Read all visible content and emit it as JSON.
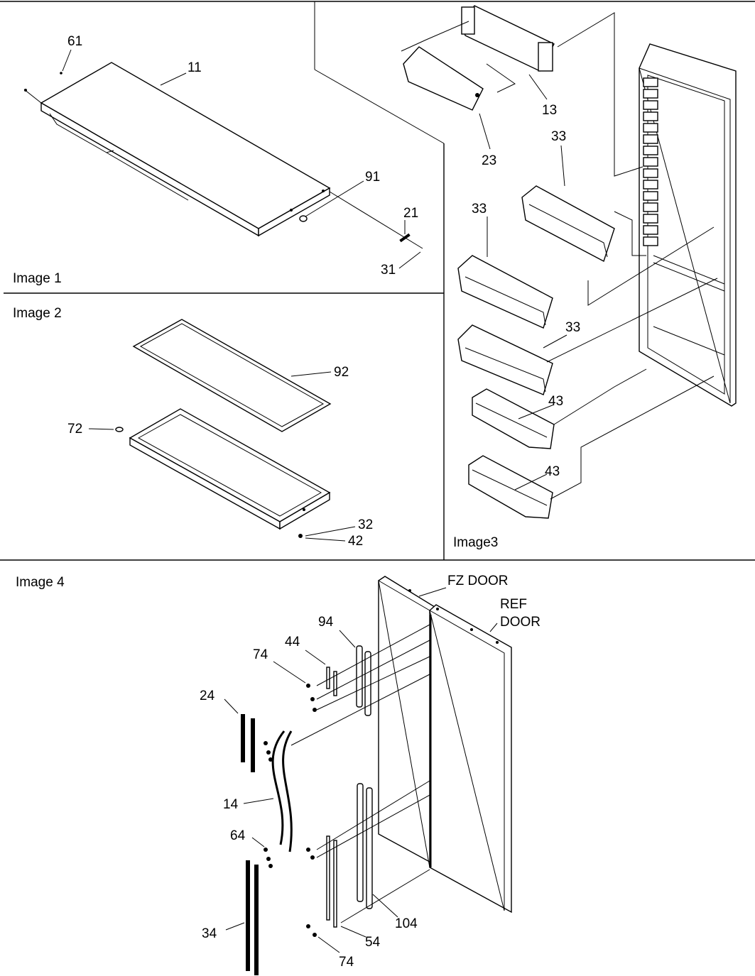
{
  "sections": {
    "image1": "Image 1",
    "image2": "Image 2",
    "image3": "Image3",
    "image4": "Image 4"
  },
  "labels": {
    "p61": "61",
    "p11": "11",
    "p91": "91",
    "p21": "21",
    "p31": "31",
    "p92": "92",
    "p72": "72",
    "p32": "32",
    "p42": "42",
    "p13": "13",
    "p23": "23",
    "p33a": "33",
    "p33b": "33",
    "p33c": "33",
    "p43a": "43",
    "p43b": "43",
    "fz_door": "FZ DOOR",
    "ref_door_1": "REF",
    "ref_door_2": "DOOR",
    "p94": "94",
    "p44": "44",
    "p74a": "74",
    "p24": "24",
    "p14": "14",
    "p64": "64",
    "p34": "34",
    "p104": "104",
    "p54": "54",
    "p74b": "74"
  }
}
